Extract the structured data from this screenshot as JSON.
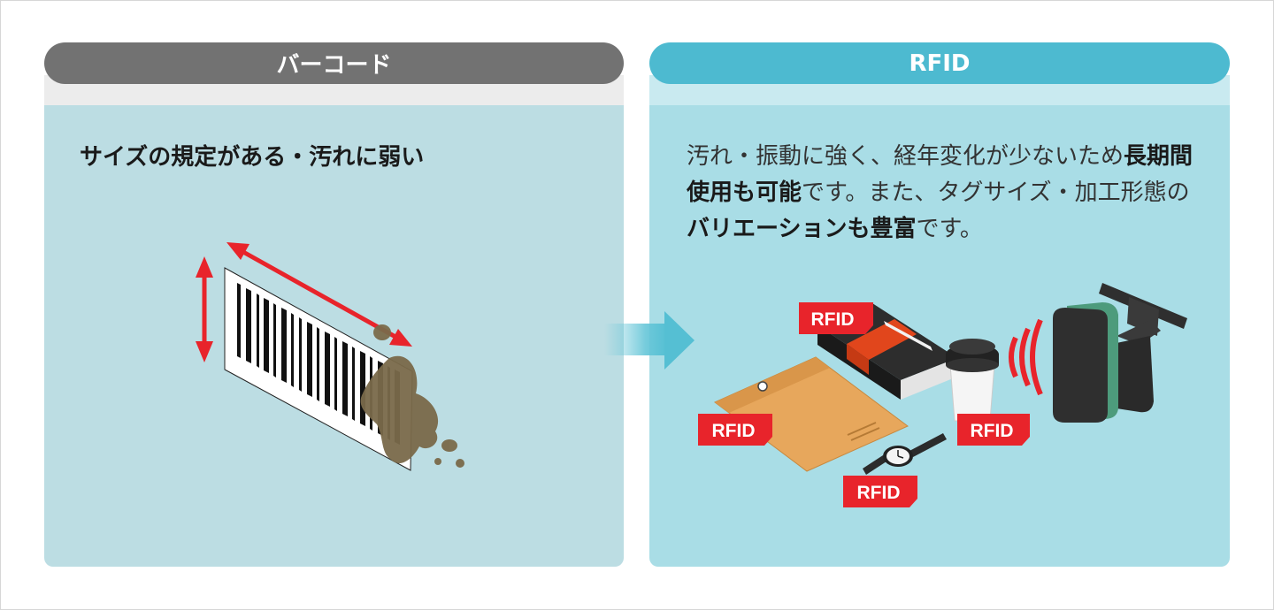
{
  "barcode": {
    "header": "バーコード",
    "caption": "サイズの規定がある・汚れに弱い"
  },
  "rfid": {
    "header": "RFID",
    "text_1": "汚れ・振動に強く、経年変化が少ないため",
    "text_2_bold": "長期間使用も可能",
    "text_3": "です。また、タグサイズ・加工形態の",
    "text_4_bold": "バリエーションも豊富",
    "text_5": "です。",
    "tag_label": "RFID"
  },
  "colors": {
    "left_header": "#727272",
    "right_header": "#4dbad0",
    "left_panel": "#bcdde3",
    "right_panel": "#a9dde6",
    "accent_red": "#e8242b",
    "stain": "#7a6a4a"
  }
}
